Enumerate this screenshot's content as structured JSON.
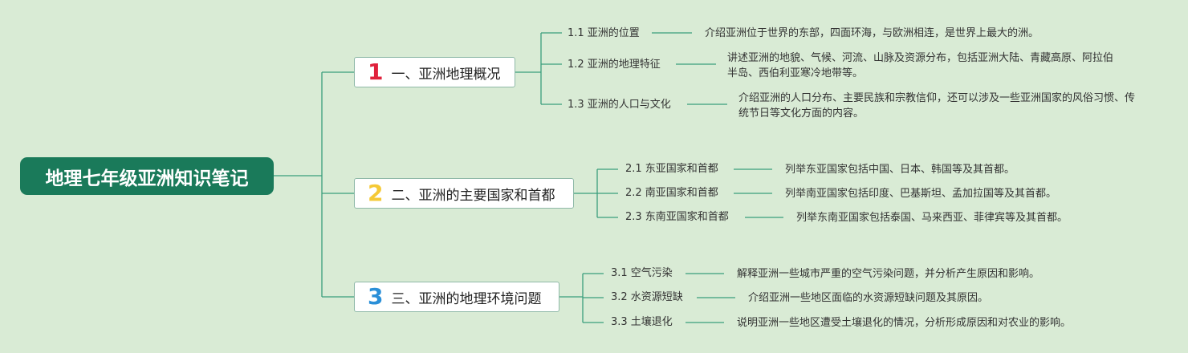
{
  "root": {
    "title": "地理七年级亚洲知识笔记"
  },
  "colors": {
    "background": "#d9ebd5",
    "root_fill": "#1a7a5a",
    "connector": "#3a9e7c",
    "num_1": "#e0213c",
    "num_2": "#f5c936",
    "num_3": "#2a8fd8"
  },
  "branches": [
    {
      "num": "1",
      "label": "一、亚洲地理概况",
      "children": [
        {
          "label": "1.1 亚洲的位置",
          "desc": "介绍亚洲位于世界的东部，四面环海，与欧洲相连，是世界上最大的洲。"
        },
        {
          "label": "1.2 亚洲的地理特征",
          "desc": "讲述亚洲的地貌、气候、河流、山脉及资源分布，包括亚洲大陆、青藏高原、阿拉伯半岛、西伯利亚寒冷地带等。"
        },
        {
          "label": "1.3 亚洲的人口与文化",
          "desc": "介绍亚洲的人口分布、主要民族和宗教信仰，还可以涉及一些亚洲国家的风俗习惯、传统节日等文化方面的内容。"
        }
      ]
    },
    {
      "num": "2",
      "label": "二、亚洲的主要国家和首都",
      "children": [
        {
          "label": "2.1 东亚国家和首都",
          "desc": "列举东亚国家包括中国、日本、韩国等及其首都。"
        },
        {
          "label": "2.2 南亚国家和首都",
          "desc": "列举南亚国家包括印度、巴基斯坦、孟加拉国等及其首都。"
        },
        {
          "label": "2.3 东南亚国家和首都",
          "desc": "列举东南亚国家包括泰国、马来西亚、菲律宾等及其首都。"
        }
      ]
    },
    {
      "num": "3",
      "label": "三、亚洲的地理环境问题",
      "children": [
        {
          "label": "3.1 空气污染",
          "desc": "解释亚洲一些城市严重的空气污染问题，并分析产生原因和影响。"
        },
        {
          "label": "3.2 水资源短缺",
          "desc": "介绍亚洲一些地区面临的水资源短缺问题及其原因。"
        },
        {
          "label": "3.3 土壤退化",
          "desc": "说明亚洲一些地区遭受土壤退化的情况，分析形成原因和对农业的影响。"
        }
      ]
    }
  ]
}
